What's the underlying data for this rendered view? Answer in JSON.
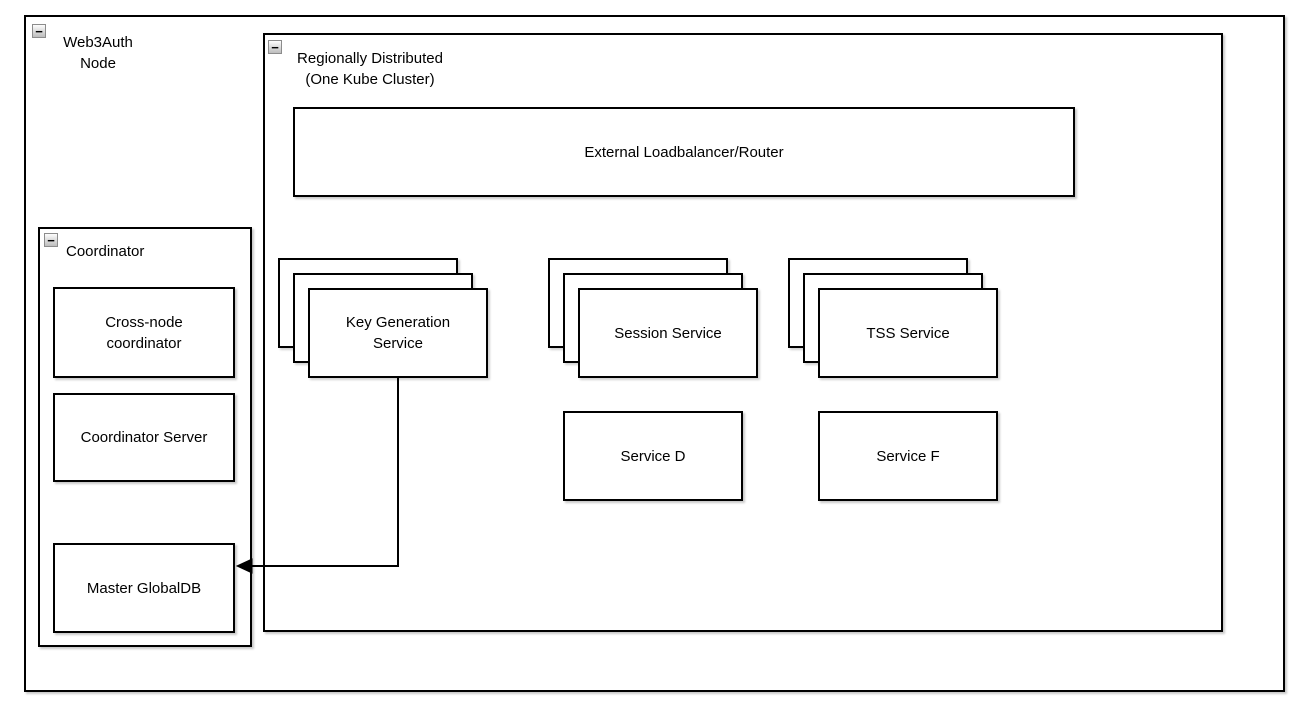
{
  "diagram": {
    "icons": {
      "collapse_glyph": "−"
    },
    "colors": {
      "border": "#000000",
      "background": "#ffffff",
      "collapse_button_border": "#8c8c8c"
    },
    "web3auth_node": {
      "label": "Web3Auth\nNode"
    },
    "regional_cluster": {
      "label": "Regionally Distributed\n(One Kube Cluster)",
      "loadbalancer_label": "External Loadbalancer/Router",
      "stacks": [
        {
          "label": "Key Generation\nService"
        },
        {
          "label": "Session Service"
        },
        {
          "label": "TSS Service"
        }
      ],
      "services": [
        {
          "label": "Service D"
        },
        {
          "label": "Service F"
        }
      ]
    },
    "coordinator": {
      "label": "Coordinator",
      "boxes": [
        {
          "label": "Cross-node\ncoordinator"
        },
        {
          "label": "Coordinator Server"
        },
        {
          "label": "Master GlobalDB"
        }
      ]
    }
  }
}
